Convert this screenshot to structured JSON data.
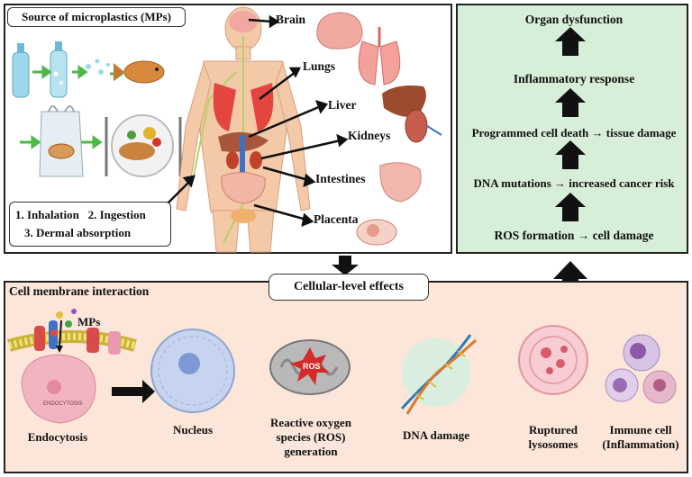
{
  "source_title": "Source of microplastics (MPs)",
  "routes": {
    "line1a": "1. Inhalation",
    "line1b": "2. Ingestion",
    "line2": "3. Dermal absorption"
  },
  "organs": [
    "Brain",
    "Lungs",
    "Liver",
    "Kidneys",
    "Intestines",
    "Placenta"
  ],
  "pathway_steps": [
    "Organ dysfunction",
    "Inflammatory response",
    "Programmed cell death → tissue damage",
    "DNA mutations → increased cancer risk",
    "ROS formation → cell damage"
  ],
  "center_label": "Cellular-level effects",
  "bottom": {
    "membrane_title": "Cell membrane interaction",
    "mps_label": "MPs",
    "endocytosis_tag": "ENDOCYTOSIS",
    "ros_tag": "ROS",
    "captions": {
      "endocytosis": "Endocytosis",
      "nucleus": "Nucleus",
      "ros1": "Reactive oxygen",
      "ros2": "species (ROS)",
      "ros3": "generation",
      "dna": "DNA damage",
      "lyso1": "Ruptured",
      "lyso2": "lysosomes",
      "immune1": "Immune cell",
      "immune2": "(Inflammation)"
    }
  }
}
